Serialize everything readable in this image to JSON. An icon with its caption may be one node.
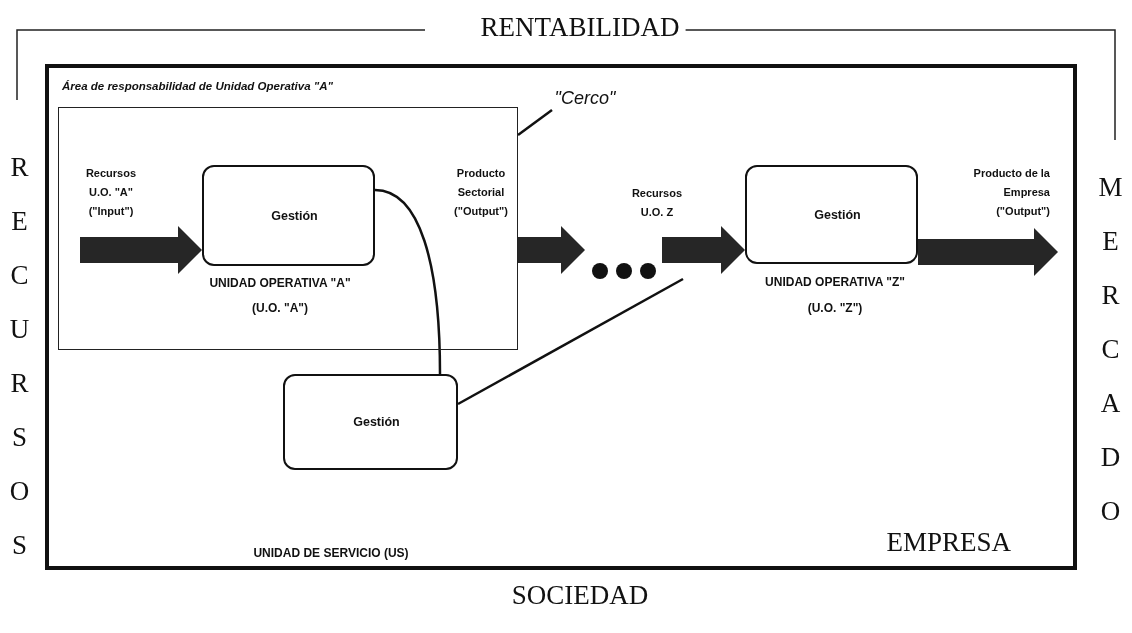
{
  "diagram": {
    "nodes": [
      {
        "text": [
          "EMPRESA"
        ]
      },
      {
        "text": [
          "Área de responsabilidad  de Unidad Operativa \"A\""
        ],
        "in": 0
      },
      {
        "text": [
          "Gestión"
        ],
        "in": 1,
        "beside": [
          "UNIDAD OPERATIVA \"A\"",
          "(U.O. \"A\")"
        ]
      },
      {
        "text": [
          "\"Cerco\""
        ],
        "in": 0
      },
      {
        "text": [
          "Gestión"
        ],
        "in": 0,
        "beside": [
          "UNIDAD OPERATIVA \"Z\"",
          "(U.O. \"Z\")"
        ]
      },
      {
        "text": [
          "Gestión"
        ],
        "in": 0
      }
    ],
    "edges": [
      {
        "from": null,
        "to": 2,
        "arrow": "to",
        "label": "Recursos U.O. \"A\" (\"Input\")",
        "style": "thick"
      },
      {
        "from": 1,
        "to": null,
        "arrow": "to",
        "label": "Producto Sectorial (\"Output\")",
        "style": "thick"
      },
      {
        "from": null,
        "to": 4,
        "arrow": "to",
        "label": "Recursos U.O. Z",
        "style": "thick"
      },
      {
        "from": 4,
        "to": null,
        "arrow": "to",
        "label": "Producto de la Empresa (\"Output\")",
        "style": "thick"
      },
      {
        "from": 2,
        "to": 5,
        "arrow": "none"
      },
      {
        "from": 5,
        "to": null,
        "arrow": "none"
      },
      {
        "from": 1,
        "to": 3,
        "arrow": "none"
      }
    ],
    "labels": [
      "RENTABILIDAD",
      "RECURSOS",
      "MERCADO",
      "UNIDAD DE SERVICIO (US)",
      "SOCIEDAD"
    ]
  }
}
